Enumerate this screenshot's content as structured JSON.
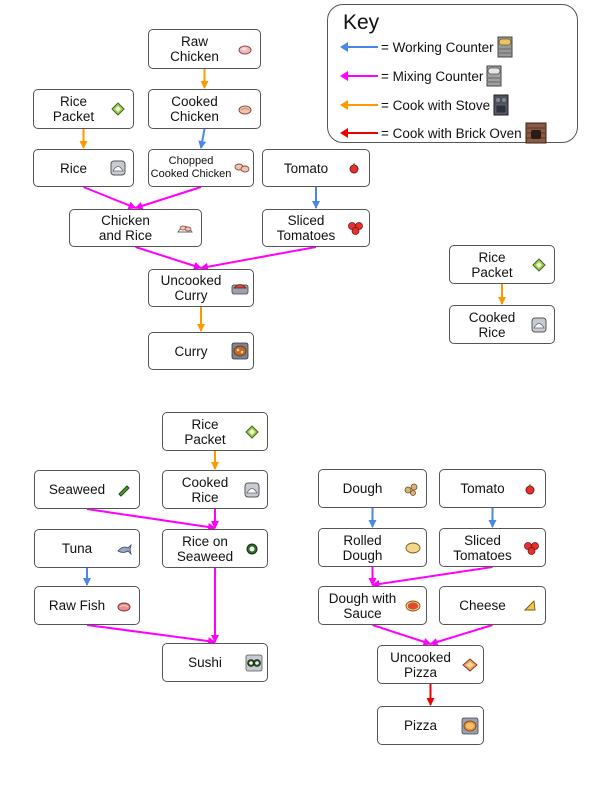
{
  "key": {
    "title": "Key",
    "items": [
      {
        "label": "= Working Counter",
        "color": "#4a86e8",
        "icon": "working-counter-icon"
      },
      {
        "label": "= Mixing Counter",
        "color": "#ff00ff",
        "icon": "mixing-counter-icon"
      },
      {
        "label": "= Cook with Stove",
        "color": "#ff9900",
        "icon": "stove-icon"
      },
      {
        "label": "= Cook with Brick Oven",
        "color": "#ee0000",
        "icon": "brick-oven-icon"
      }
    ]
  },
  "nodes": {
    "raw_chicken": {
      "label": "Raw\nChicken",
      "icon": "raw-chicken-icon"
    },
    "cooked_chicken": {
      "label": "Cooked\nChicken",
      "icon": "cooked-chicken-icon"
    },
    "rice_packet_1": {
      "label": "Rice\nPacket",
      "icon": "rice-packet-icon"
    },
    "rice": {
      "label": "Rice",
      "icon": "rice-bowl-icon"
    },
    "chopped_chicken": {
      "label": "Chopped\nCooked Chicken",
      "icon": "chopped-chicken-icon"
    },
    "tomato_1": {
      "label": "Tomato",
      "icon": "tomato-icon"
    },
    "chicken_rice": {
      "label": "Chicken\nand Rice",
      "icon": "chicken-rice-icon"
    },
    "sliced_tomatoes_1": {
      "label": "Sliced\nTomatoes",
      "icon": "sliced-tomatoes-icon"
    },
    "uncooked_curry": {
      "label": "Uncooked\nCurry",
      "icon": "uncooked-curry-icon"
    },
    "curry": {
      "label": "Curry",
      "icon": "curry-icon"
    },
    "rice_packet_2": {
      "label": "Rice\nPacket",
      "icon": "rice-packet-icon"
    },
    "cooked_rice_1": {
      "label": "Cooked\nRice",
      "icon": "cooked-rice-icon"
    },
    "rice_packet_3": {
      "label": "Rice\nPacket",
      "icon": "rice-packet-icon"
    },
    "seaweed": {
      "label": "Seaweed",
      "icon": "seaweed-icon"
    },
    "cooked_rice_2": {
      "label": "Cooked\nRice",
      "icon": "cooked-rice-icon"
    },
    "tuna": {
      "label": "Tuna",
      "icon": "tuna-icon"
    },
    "rice_on_seaweed": {
      "label": "Rice on\nSeaweed",
      "icon": "rice-on-seaweed-icon"
    },
    "raw_fish": {
      "label": "Raw Fish",
      "icon": "raw-fish-icon"
    },
    "sushi": {
      "label": "Sushi",
      "icon": "sushi-icon"
    },
    "dough": {
      "label": "Dough",
      "icon": "dough-icon"
    },
    "tomato_2": {
      "label": "Tomato",
      "icon": "tomato-icon"
    },
    "rolled_dough": {
      "label": "Rolled\nDough",
      "icon": "rolled-dough-icon"
    },
    "sliced_tomatoes_2": {
      "label": "Sliced\nTomatoes",
      "icon": "sliced-tomatoes-icon"
    },
    "dough_sauce": {
      "label": "Dough with\nSauce",
      "icon": "dough-sauce-icon"
    },
    "cheese": {
      "label": "Cheese",
      "icon": "cheese-icon"
    },
    "uncooked_pizza": {
      "label": "Uncooked\nPizza",
      "icon": "uncooked-pizza-icon"
    },
    "pizza": {
      "label": "Pizza",
      "icon": "pizza-icon"
    }
  },
  "edges": [
    {
      "from": "raw_chicken",
      "to": "cooked_chicken",
      "method": "stove"
    },
    {
      "from": "cooked_chicken",
      "to": "chopped_chicken",
      "method": "working"
    },
    {
      "from": "rice_packet_1",
      "to": "rice",
      "method": "stove"
    },
    {
      "from": "rice",
      "to": "chicken_rice",
      "method": "mixing"
    },
    {
      "from": "chopped_chicken",
      "to": "chicken_rice",
      "method": "mixing"
    },
    {
      "from": "tomato_1",
      "to": "sliced_tomatoes_1",
      "method": "working"
    },
    {
      "from": "chicken_rice",
      "to": "uncooked_curry",
      "method": "mixing"
    },
    {
      "from": "sliced_tomatoes_1",
      "to": "uncooked_curry",
      "method": "mixing"
    },
    {
      "from": "uncooked_curry",
      "to": "curry",
      "method": "stove"
    },
    {
      "from": "rice_packet_2",
      "to": "cooked_rice_1",
      "method": "stove"
    },
    {
      "from": "rice_packet_3",
      "to": "cooked_rice_2",
      "method": "stove"
    },
    {
      "from": "seaweed",
      "to": "rice_on_seaweed",
      "method": "mixing"
    },
    {
      "from": "cooked_rice_2",
      "to": "rice_on_seaweed",
      "method": "mixing"
    },
    {
      "from": "tuna",
      "to": "raw_fish",
      "method": "working"
    },
    {
      "from": "rice_on_seaweed",
      "to": "sushi",
      "method": "mixing"
    },
    {
      "from": "raw_fish",
      "to": "sushi",
      "method": "mixing"
    },
    {
      "from": "dough",
      "to": "rolled_dough",
      "method": "working"
    },
    {
      "from": "tomato_2",
      "to": "sliced_tomatoes_2",
      "method": "working"
    },
    {
      "from": "rolled_dough",
      "to": "dough_sauce",
      "method": "mixing"
    },
    {
      "from": "sliced_tomatoes_2",
      "to": "dough_sauce",
      "method": "mixing"
    },
    {
      "from": "dough_sauce",
      "to": "uncooked_pizza",
      "method": "mixing"
    },
    {
      "from": "cheese",
      "to": "uncooked_pizza",
      "method": "mixing"
    },
    {
      "from": "uncooked_pizza",
      "to": "pizza",
      "method": "brick_oven"
    }
  ]
}
